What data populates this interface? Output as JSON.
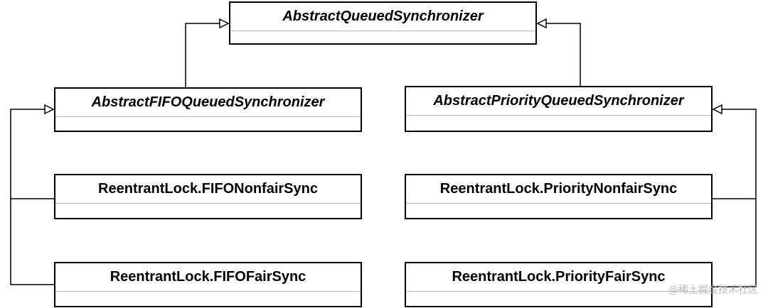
{
  "diagram": {
    "classes": {
      "aqs": {
        "name": "AbstractQueuedSynchronizer",
        "abstract": true
      },
      "fifo_aqs": {
        "name": "AbstractFIFOQueuedSynchronizer",
        "abstract": true
      },
      "priority_aqs": {
        "name": "AbstractPriorityQueuedSynchronizer",
        "abstract": true
      },
      "fifo_nonfair": {
        "name": "ReentrantLock.FIFONonfairSync",
        "abstract": false
      },
      "priority_nonfair": {
        "name": "ReentrantLock.PriorityNonfairSync",
        "abstract": false
      },
      "fifo_fair": {
        "name": "ReentrantLock.FIFOFairSync",
        "abstract": false
      },
      "priority_fair": {
        "name": "ReentrantLock.PriorityFairSync",
        "abstract": false
      }
    },
    "generalizations": [
      {
        "from": "fifo_aqs",
        "to": "aqs"
      },
      {
        "from": "priority_aqs",
        "to": "aqs"
      },
      {
        "from": "fifo_nonfair",
        "to": "fifo_aqs"
      },
      {
        "from": "fifo_fair",
        "to": "fifo_aqs"
      },
      {
        "from": "priority_nonfair",
        "to": "priority_aqs"
      },
      {
        "from": "priority_fair",
        "to": "priority_aqs"
      }
    ],
    "line_color": "#000000"
  },
  "watermark": {
    "text": "@稀土掘金技术社区"
  }
}
